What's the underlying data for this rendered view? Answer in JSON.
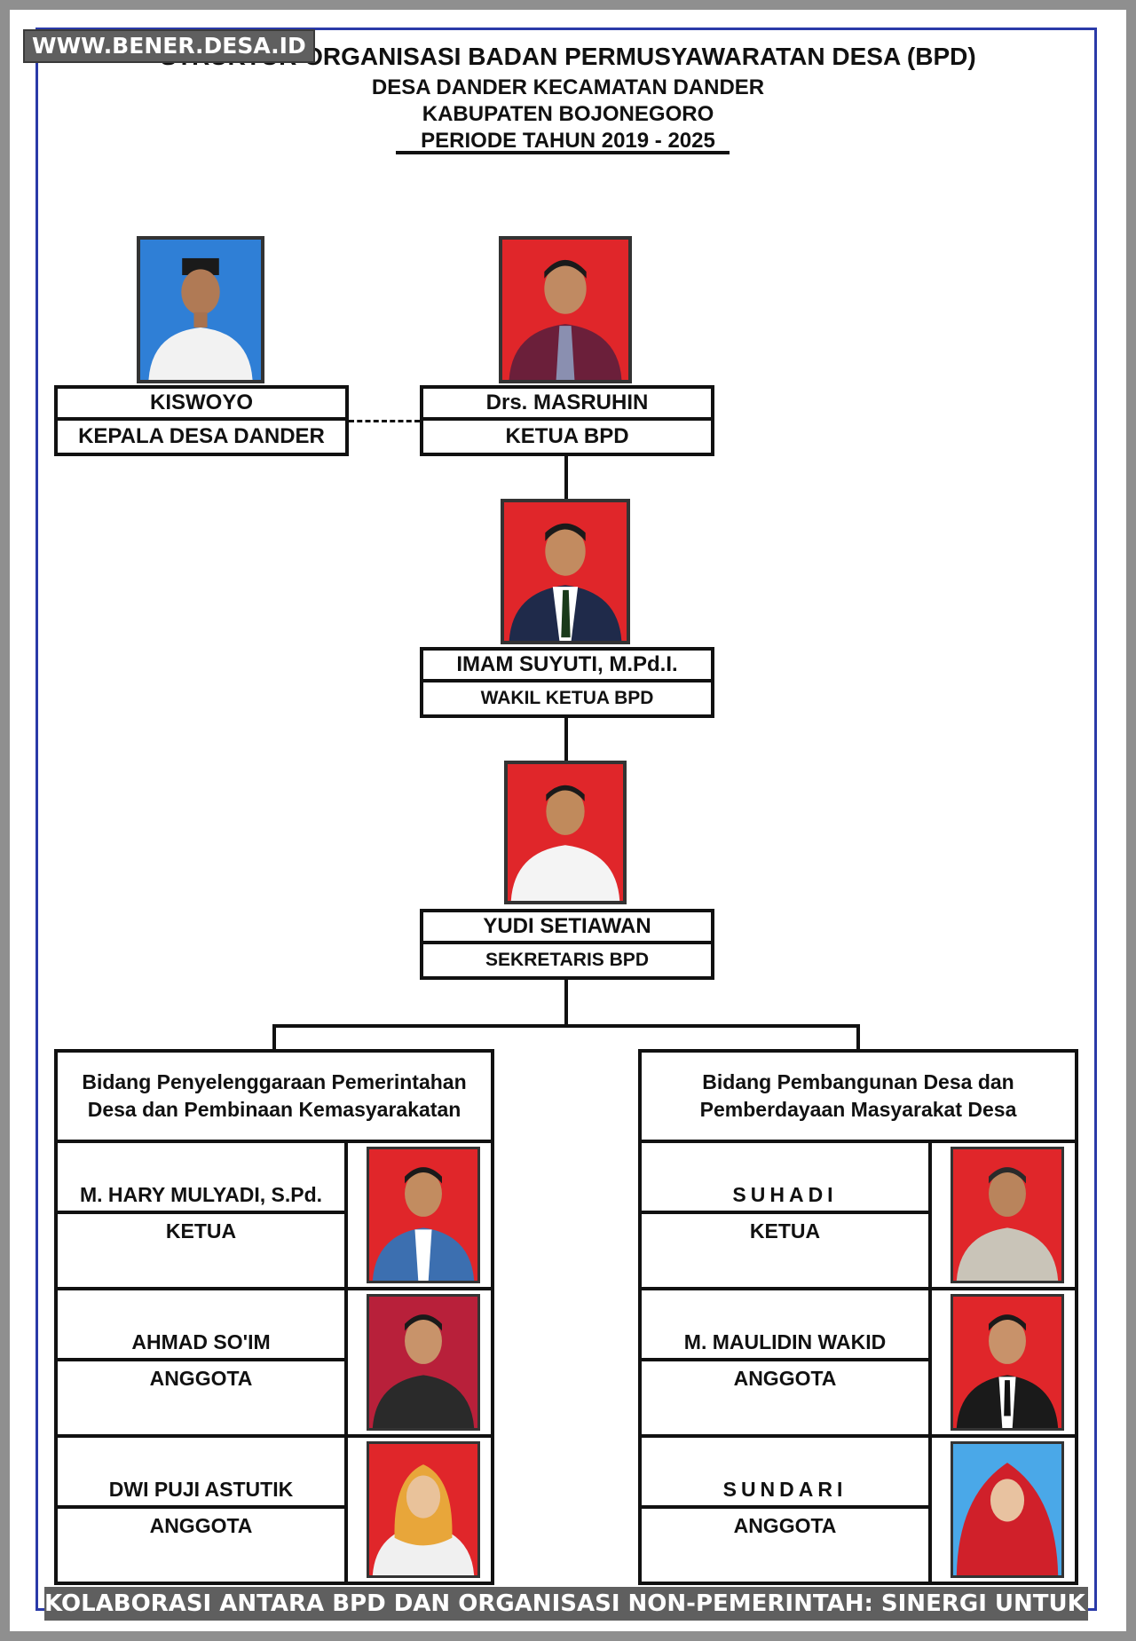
{
  "watermark": "WWW.BENER.DESA.ID",
  "title": {
    "line1": "STRUKTUR ORGANISASI BADAN PERMUSYAWARATAN DESA (BPD)",
    "line2": "DESA DANDER KECAMATAN DANDER",
    "line3": "KABUPATEN BOJONEGORO",
    "line4": "PERIODE TAHUN 2019 - 2025"
  },
  "officials": {
    "kepala_desa": {
      "name": "KISWOYO",
      "role": "KEPALA DESA DANDER"
    },
    "ketua": {
      "name": "Drs. MASRUHIN",
      "role": "KETUA BPD"
    },
    "wakil": {
      "name": "IMAM SUYUTI, M.Pd.I.",
      "role": "WAKIL KETUA BPD"
    },
    "sekretaris": {
      "name": "YUDI SETIAWAN",
      "role": "SEKRETARIS BPD"
    }
  },
  "sections": [
    {
      "title": "Bidang Penyelenggaraan Pemerintahan Desa dan Pembinaan Kemasyarakatan",
      "members": [
        {
          "name": "M. HARY MULYADI, S.Pd.",
          "role": "KETUA"
        },
        {
          "name": "AHMAD SO'IM",
          "role": "ANGGOTA"
        },
        {
          "name": "DWI PUJI ASTUTIK",
          "role": "ANGGOTA"
        }
      ]
    },
    {
      "title": "Bidang Pembangunan Desa dan Pemberdayaan Masyarakat Desa",
      "members": [
        {
          "name": "SUHADI",
          "role": "KETUA"
        },
        {
          "name": "M. MAULIDIN WAKID",
          "role": "ANGGOTA"
        },
        {
          "name": "SUNDARI",
          "role": "ANGGOTA"
        }
      ]
    }
  ],
  "banner": "KOLABORASI ANTARA BPD DAN ORGANISASI NON-PEMERINTAH: SINERGI UNTUK KEMAJUAN DESA BENER",
  "colors": {
    "frame_blue": "#2a3aa8",
    "photo_red_bg": "#e0262a",
    "photo_blue_bg": "#2f7fd6",
    "photo_lightblue_bg": "#4aa8e8",
    "banner_gray": "#5f5f5f"
  }
}
